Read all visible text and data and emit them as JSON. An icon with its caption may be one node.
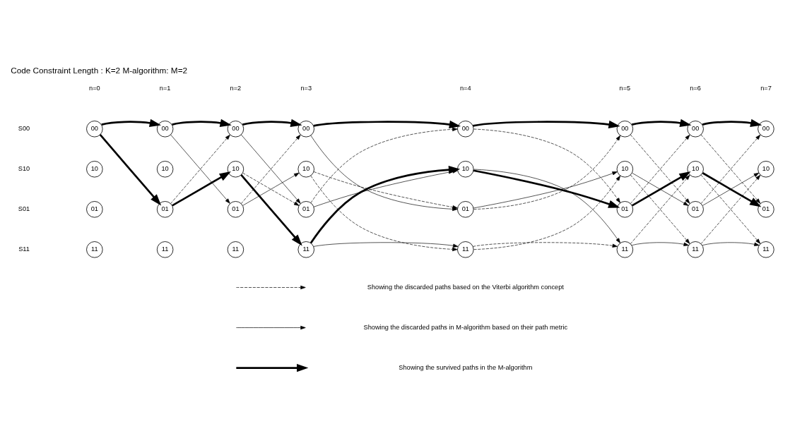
{
  "diagram": {
    "title": "Code Constraint Length : K=2 M-algorithm: M=2",
    "nodes": [
      {
        "text": [
          "00"
        ]
      },
      {
        "text": [
          "00"
        ]
      },
      {
        "text": [
          "00"
        ]
      },
      {
        "text": [
          "00"
        ]
      },
      {
        "text": [
          "00"
        ]
      },
      {
        "text": [
          "00"
        ]
      },
      {
        "text": [
          "00"
        ]
      },
      {
        "text": [
          "00"
        ]
      },
      {
        "text": [
          "10"
        ]
      },
      {
        "text": [
          "10"
        ]
      },
      {
        "text": [
          "10"
        ]
      },
      {
        "text": [
          "10"
        ]
      },
      {
        "text": [
          "10"
        ]
      },
      {
        "text": [
          "10"
        ]
      },
      {
        "text": [
          "10"
        ]
      },
      {
        "text": [
          "10"
        ]
      },
      {
        "text": [
          "01"
        ]
      },
      {
        "text": [
          "01"
        ]
      },
      {
        "text": [
          "01"
        ]
      },
      {
        "text": [
          "01"
        ]
      },
      {
        "text": [
          "01"
        ]
      },
      {
        "text": [
          "01"
        ]
      },
      {
        "text": [
          "01"
        ]
      },
      {
        "text": [
          "01"
        ]
      },
      {
        "text": [
          "11"
        ]
      },
      {
        "text": [
          "11"
        ]
      },
      {
        "text": [
          "11"
        ]
      },
      {
        "text": [
          "11"
        ]
      },
      {
        "text": [
          "11"
        ]
      },
      {
        "text": [
          "11"
        ]
      },
      {
        "text": [
          "11"
        ]
      },
      {
        "text": [
          "11"
        ]
      }
    ],
    "edges": [
      {
        "from": 0,
        "to": 1,
        "arrow": "to",
        "style": "thick"
      },
      {
        "from": 0,
        "to": 17,
        "arrow": "to",
        "style": "thick"
      },
      {
        "from": 1,
        "to": 2,
        "arrow": "to",
        "style": "thick"
      },
      {
        "from": 1,
        "to": 18,
        "arrow": "to"
      },
      {
        "from": 17,
        "to": 2,
        "arrow": "to",
        "style": "dashed"
      },
      {
        "from": 17,
        "to": 10,
        "arrow": "to",
        "style": "thick"
      },
      {
        "from": 2,
        "to": 3,
        "arrow": "to",
        "style": "thick"
      },
      {
        "from": 2,
        "to": 19,
        "arrow": "to"
      },
      {
        "from": 10,
        "to": 19,
        "arrow": "to",
        "style": "dashed"
      },
      {
        "from": 10,
        "to": 27,
        "arrow": "to",
        "style": "thick"
      },
      {
        "from": 18,
        "to": 3,
        "arrow": "to",
        "style": "dashed"
      },
      {
        "from": 18,
        "to": 11,
        "arrow": "to"
      },
      {
        "from": 3,
        "to": 4,
        "arrow": "to",
        "style": "thick"
      },
      {
        "from": 3,
        "to": 20,
        "arrow": "to"
      },
      {
        "from": 11,
        "to": 20,
        "arrow": "to",
        "style": "dashed"
      },
      {
        "from": 11,
        "to": 28,
        "arrow": "to",
        "style": "dashed"
      },
      {
        "from": 19,
        "to": 4,
        "arrow": "to",
        "style": "dashed"
      },
      {
        "from": 19,
        "to": 12,
        "arrow": "to"
      },
      {
        "from": 27,
        "to": 12,
        "arrow": "to",
        "style": "thick"
      },
      {
        "from": 27,
        "to": 28,
        "arrow": "to"
      },
      {
        "from": 4,
        "to": 5,
        "arrow": "to",
        "style": "thick"
      },
      {
        "from": 4,
        "to": 21,
        "arrow": "to",
        "style": "dashed"
      },
      {
        "from": 12,
        "to": 21,
        "arrow": "to",
        "style": "thick"
      },
      {
        "from": 12,
        "to": 29,
        "arrow": "to"
      },
      {
        "from": 20,
        "to": 5,
        "arrow": "to",
        "style": "dashed"
      },
      {
        "from": 20,
        "to": 13,
        "arrow": "to"
      },
      {
        "from": 28,
        "to": 13,
        "arrow": "to",
        "style": "dashed"
      },
      {
        "from": 28,
        "to": 29,
        "arrow": "to",
        "style": "dashed"
      },
      {
        "from": 5,
        "to": 6,
        "arrow": "to",
        "style": "thick"
      },
      {
        "from": 5,
        "to": 22,
        "arrow": "to",
        "style": "dashed"
      },
      {
        "from": 13,
        "to": 22,
        "arrow": "to"
      },
      {
        "from": 13,
        "to": 30,
        "arrow": "to",
        "style": "dashed"
      },
      {
        "from": 21,
        "to": 6,
        "arrow": "to",
        "style": "dashed"
      },
      {
        "from": 21,
        "to": 14,
        "arrow": "to",
        "style": "thick"
      },
      {
        "from": 29,
        "to": 14,
        "arrow": "to",
        "style": "dashed"
      },
      {
        "from": 29,
        "to": 30,
        "arrow": "to"
      },
      {
        "from": 6,
        "to": 7,
        "arrow": "to",
        "style": "thick"
      },
      {
        "from": 6,
        "to": 23,
        "arrow": "to",
        "style": "dashed"
      },
      {
        "from": 14,
        "to": 23,
        "arrow": "to",
        "style": "thick"
      },
      {
        "from": 14,
        "to": 31,
        "arrow": "to",
        "style": "dashed"
      },
      {
        "from": 22,
        "to": 7,
        "arrow": "to",
        "style": "dashed"
      },
      {
        "from": 22,
        "to": 15,
        "arrow": "to"
      },
      {
        "from": 30,
        "to": 15,
        "arrow": "to",
        "style": "dashed"
      },
      {
        "from": 30,
        "to": 31,
        "arrow": "to"
      }
    ],
    "labels": [
      "n=0",
      "n=1",
      "n=2",
      "n=3",
      "n=4",
      "n=5",
      "n=6",
      "n=7",
      "S00",
      "S10",
      "S01",
      "S11"
    ],
    "legend": [
      {
        "text": "Showing the discarded paths based on the Viterbi algorithm concept"
      },
      {
        "text": "Showing the discarded paths in M-algorithm based on their path metric"
      },
      {
        "text": "Showing the survived paths in the M-algorithm"
      }
    ]
  }
}
